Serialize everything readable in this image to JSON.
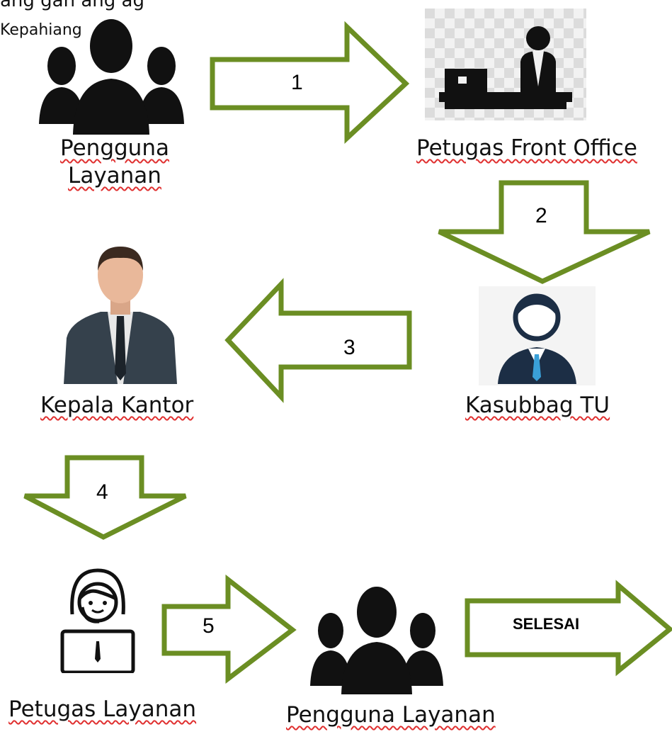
{
  "header": {
    "cut_text": "ang                  gan   ang        ag",
    "city": "Kepahiang"
  },
  "nodes": {
    "pengguna_top_line1": "Pengguna",
    "pengguna_top_line2": "Layanan",
    "front_office": "Petugas Front Office",
    "kasubbag": "Kasubbag TU",
    "kepala": "Kepala Kantor",
    "petugas_layanan": "Petugas Layanan",
    "pengguna_bottom": "Pengguna Layanan"
  },
  "arrows": {
    "a1": "1",
    "a2": "2",
    "a3": "3",
    "a4": "4",
    "a5": "5",
    "end": "SELESAI"
  },
  "colors": {
    "arrow_stroke": "#6b8e23",
    "icon_dark": "#111111",
    "suit": "#35414c",
    "skin": "#e9b89a",
    "tie_blue": "#3aa0d8"
  }
}
